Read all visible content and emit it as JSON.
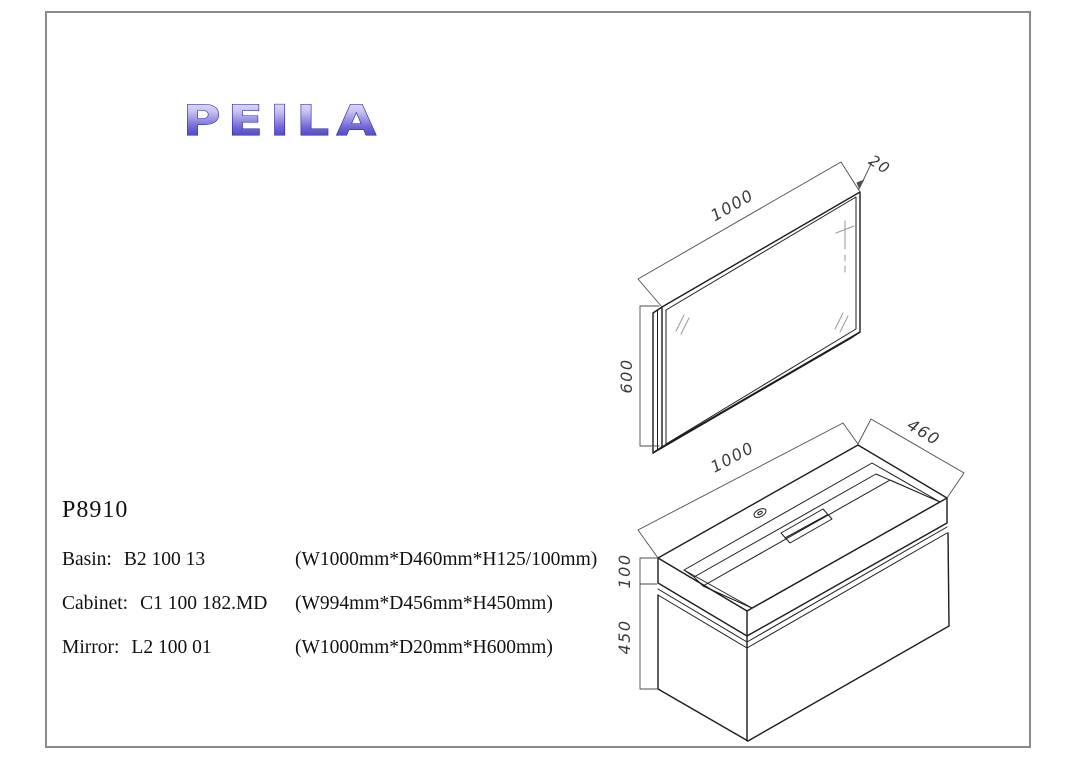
{
  "brand": {
    "logo_text": "PEILA"
  },
  "product": {
    "model": "P8910",
    "components": [
      {
        "label": "Basin:",
        "code": "B2 100 13",
        "spec": "(W1000mm*D460mm*H125/100mm)"
      },
      {
        "label": "Cabinet:",
        "code": "C1 100 182.MD",
        "spec": "(W994mm*D456mm*H450mm)"
      },
      {
        "label": "Mirror:",
        "code": "L2 100 01",
        "spec": "(W1000mm*D20mm*H600mm)"
      }
    ]
  },
  "drawings": {
    "mirror": {
      "width_mm": "1000",
      "depth_mm": "20",
      "height_mm": "600"
    },
    "vanity": {
      "width_mm": "1000",
      "depth_mm": "460",
      "basin_height_mm": "100",
      "cabinet_height_mm": "450"
    }
  },
  "colors": {
    "object_line": "#1d1d1d",
    "dimension_line": "#4d4d4d",
    "sheet_border": "#8a8a8a",
    "logo_top": "#eeecfb",
    "logo_mid": "#8d85e0",
    "logo_bottom": "#2f28a8",
    "logo_outline": "#241e96"
  }
}
